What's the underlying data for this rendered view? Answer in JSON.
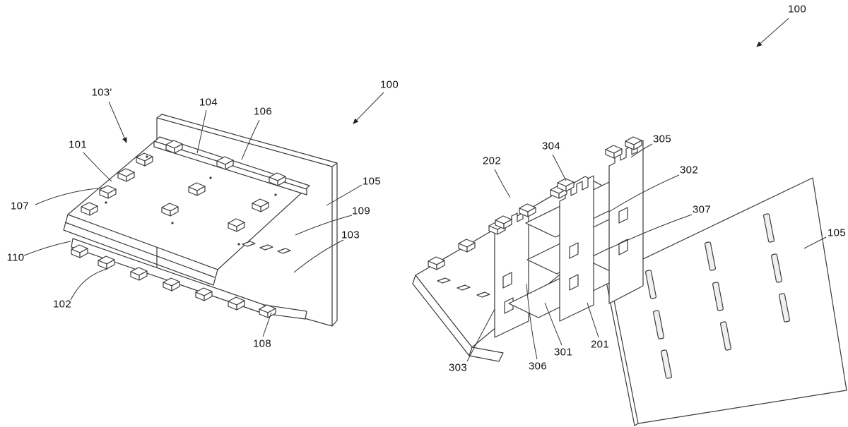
{
  "colors": {
    "background": "#ffffff",
    "line": "#3a3a3a",
    "leader": "#333333",
    "label": "#111111"
  },
  "labels": {
    "left": [
      {
        "text": "103'"
      },
      {
        "text": "104"
      },
      {
        "text": "106"
      },
      {
        "text": "100"
      },
      {
        "text": "101"
      },
      {
        "text": "107"
      },
      {
        "text": "105"
      },
      {
        "text": "109"
      },
      {
        "text": "110"
      },
      {
        "text": "103"
      },
      {
        "text": "102"
      },
      {
        "text": "108"
      }
    ],
    "right": [
      {
        "text": "100"
      },
      {
        "text": "202"
      },
      {
        "text": "304"
      },
      {
        "text": "305"
      },
      {
        "text": "302"
      },
      {
        "text": "307"
      },
      {
        "text": "105"
      },
      {
        "text": "201"
      },
      {
        "text": "301"
      },
      {
        "text": "306"
      },
      {
        "text": "303"
      }
    ]
  }
}
